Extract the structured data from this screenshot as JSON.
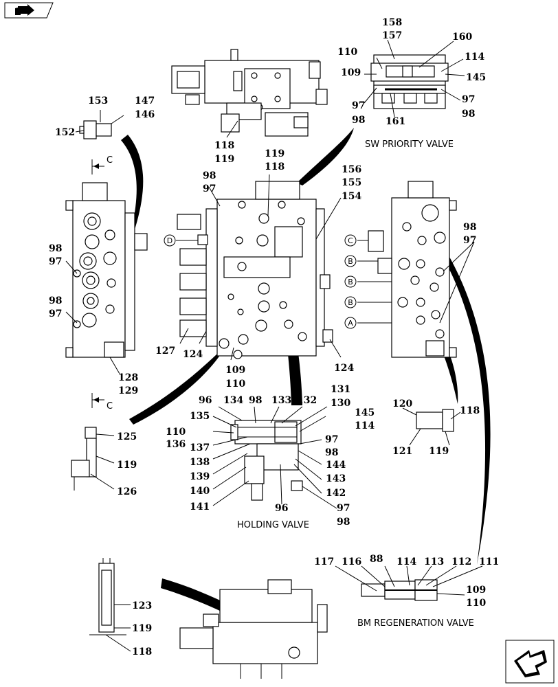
{
  "captions": {
    "sw_priority": "SW PRIORITY VALVE",
    "holding": "HOLDING VALVE",
    "bm_regeneration": "BM REGENERATION VALVE"
  },
  "section_marks": {
    "top": "C",
    "bottom": "C"
  },
  "circled_refs": {
    "d": "D",
    "c": "C",
    "b1": "B",
    "b2": "B",
    "b3": "B",
    "a": "A"
  },
  "icons": {
    "top_left": "book-arrow-icon",
    "bottom_right": "next-page-arrow-icon"
  },
  "labels": {
    "sw_158": "158",
    "sw_157": "157",
    "sw_160": "160",
    "sw_110": "110",
    "sw_114": "114",
    "sw_109": "109",
    "sw_145": "145",
    "sw_97a": "97",
    "sw_98a": "98",
    "sw_97b": "97",
    "sw_98b": "98",
    "sw_161": "161",
    "t_118": "118",
    "t_119": "119",
    "p_153": "153",
    "p_147": "147",
    "p_146": "146",
    "p_152": "152",
    "m_119": "119",
    "m_118": "118",
    "m_156": "156",
    "m_155": "155",
    "m_154": "154",
    "m_98": "98",
    "m_97": "97",
    "l_98a": "98",
    "l_97a": "97",
    "l_98b": "98",
    "l_97b": "97",
    "r_98": "98",
    "r_97": "97",
    "l_128": "128",
    "l_129": "129",
    "m_127": "127",
    "m_124a": "124",
    "m_109": "109",
    "m_110": "110",
    "m_124b": "124",
    "h_131": "131",
    "h_130": "130",
    "h_96a": "96",
    "h_134": "134",
    "h_98": "98",
    "h_133": "133",
    "h_132": "132",
    "h_145": "145",
    "h_135": "135",
    "h_114": "114",
    "h_110": "110",
    "h_136": "136",
    "h_97a": "97",
    "h_137": "137",
    "h_98a": "98",
    "h_138": "138",
    "h_144": "144",
    "h_139": "139",
    "h_143": "143",
    "h_140": "140",
    "h_142": "142",
    "h_141": "141",
    "h_96b": "96",
    "h_97b": "97",
    "h_98b": "98",
    "s_125": "125",
    "s_119": "119",
    "s_126": "126",
    "r_120": "120",
    "r_118": "118",
    "r_121": "121",
    "r_119": "119",
    "b_117": "117",
    "b_116": "116",
    "b_88": "88",
    "b_114": "114",
    "b_113": "113",
    "b_112": "112",
    "b_111": "111",
    "b_109": "109",
    "b_110": "110",
    "v_123": "123",
    "v_119": "119",
    "v_118": "118"
  }
}
